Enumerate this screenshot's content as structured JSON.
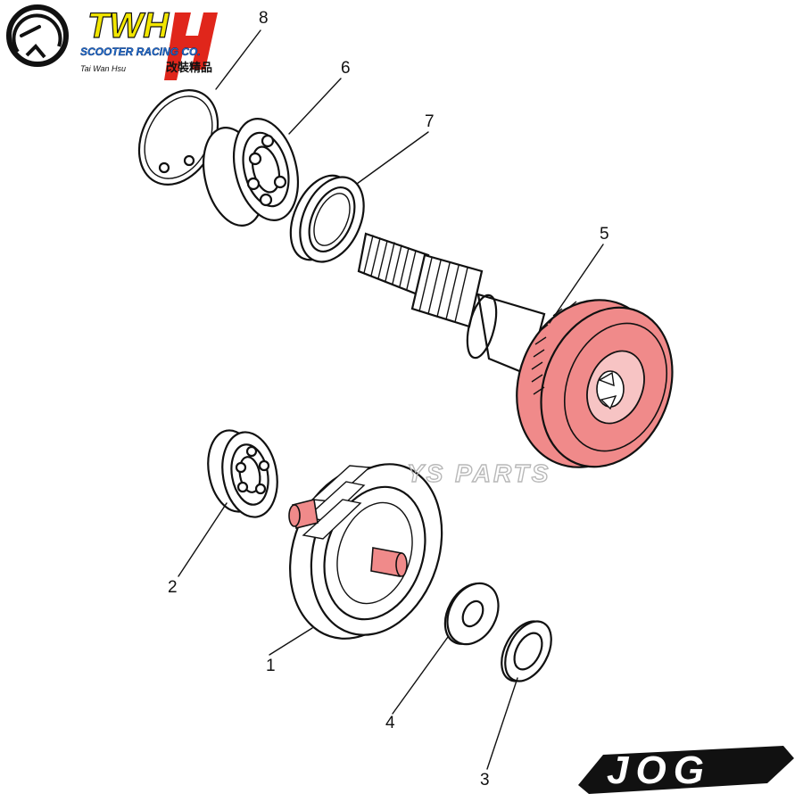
{
  "logo": {
    "brand": "TWH",
    "tagline": "SCOOTER RACING CO.",
    "script_text": "Tai Wan Hsu",
    "chinese_text": "改裝精品",
    "brand_color": "#f2e600",
    "accent_color": "#e0261b",
    "icon": "speedometer-icon"
  },
  "watermark": {
    "text": "YS PARTS"
  },
  "model_logo": {
    "text": "JOG"
  },
  "callouts": [
    {
      "part": "8",
      "label": "8"
    },
    {
      "part": "6",
      "label": "6"
    },
    {
      "part": "7",
      "label": "7"
    },
    {
      "part": "5",
      "label": "5"
    },
    {
      "part": "2",
      "label": "2"
    },
    {
      "part": "1",
      "label": "1"
    },
    {
      "part": "4",
      "label": "4"
    },
    {
      "part": "3",
      "label": "3"
    }
  ],
  "highlight_color": "#f08a8a"
}
